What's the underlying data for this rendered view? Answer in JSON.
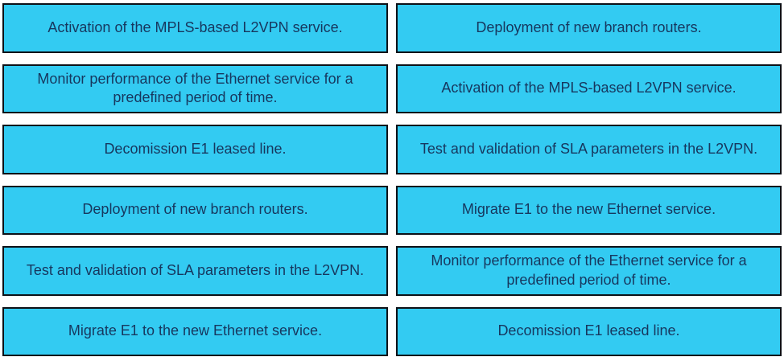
{
  "colors": {
    "page_background": "#FFFFFF",
    "box_fill": "#33CBF2",
    "box_border": "#0D1117",
    "box_text": "#17375E"
  },
  "left_column": {
    "items": [
      "Activation of the MPLS-based L2VPN service.",
      "Monitor performance of the Ethernet service for a predefined period of time.",
      "Decomission E1 leased line.",
      "Deployment of new branch routers.",
      "Test and validation of SLA parameters in the L2VPN.",
      "Migrate E1 to the new Ethernet service."
    ]
  },
  "right_column": {
    "items": [
      "Deployment of new branch routers.",
      "Activation of the MPLS-based L2VPN service.",
      "Test and validation of SLA parameters in the L2VPN.",
      "Migrate E1 to the new Ethernet service.",
      "Monitor performance of the Ethernet service for a predefined period of time.",
      "Decomission E1 leased line."
    ]
  }
}
